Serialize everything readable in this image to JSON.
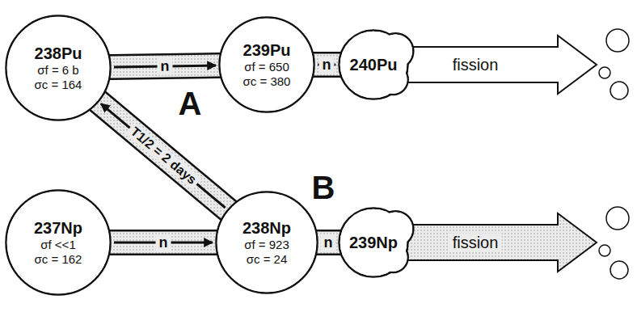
{
  "diagram": {
    "nodes": [
      {
        "text": [
          "238Pu",
          "σf = 6 b",
          "σc = 164"
        ]
      },
      {
        "text": [
          "239Pu",
          "σf = 650",
          "σc = 380"
        ]
      },
      {
        "text": [
          "240Pu"
        ]
      },
      {
        "text": [
          "237Np",
          "σf <<1",
          "σc = 162"
        ]
      },
      {
        "text": [
          "238Np",
          "σf = 923",
          "σc = 24"
        ]
      },
      {
        "text": [
          "239Np"
        ]
      }
    ],
    "edges": [
      {
        "from": 0,
        "to": 1,
        "label": "n",
        "arrow": "to"
      },
      {
        "from": 1,
        "to": 2,
        "label": "n",
        "arrow": "to"
      },
      {
        "from": 4,
        "to": 0,
        "label": "T1/2 = 2 days",
        "arrow": "to"
      },
      {
        "from": 3,
        "to": 4,
        "label": "n",
        "arrow": "to"
      },
      {
        "from": 4,
        "to": 5,
        "label": "n",
        "arrow": "to"
      }
    ],
    "labels": [
      "A",
      "B",
      "fission",
      "fission"
    ]
  }
}
